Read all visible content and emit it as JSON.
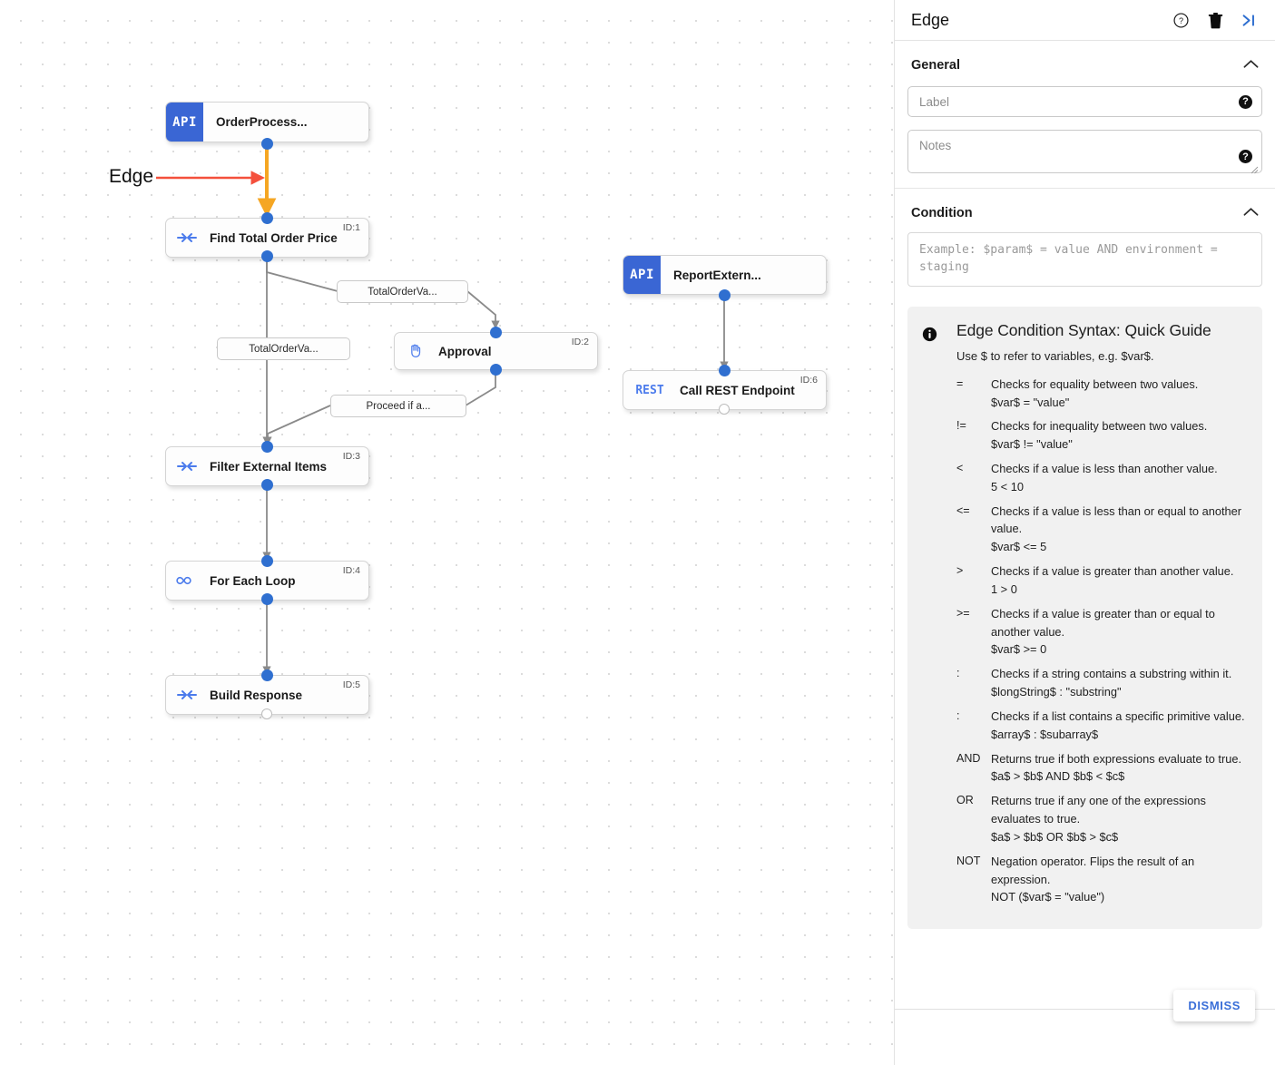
{
  "canvas": {
    "annotation": {
      "label": "Edge",
      "arrow_color": "#f4503c"
    },
    "highlighted_edge_color": "#f5a623",
    "nodes": [
      {
        "key": "orderprocess",
        "type": "api",
        "badge": "API",
        "label": "OrderProcess...",
        "id": "",
        "icon": "api-badge-icon"
      },
      {
        "key": "find_total",
        "type": "icon",
        "icon": "merge-arrows-icon",
        "label": "Find Total Order Price",
        "id": "ID:1"
      },
      {
        "key": "approval",
        "type": "icon",
        "icon": "hand-icon",
        "label": "Approval",
        "id": "ID:2"
      },
      {
        "key": "filter",
        "type": "icon",
        "icon": "merge-arrows-icon",
        "label": "Filter External Items",
        "id": "ID:3"
      },
      {
        "key": "foreach",
        "type": "icon",
        "icon": "infinity-icon",
        "label": "For Each Loop",
        "id": "ID:4"
      },
      {
        "key": "build",
        "type": "icon",
        "icon": "merge-arrows-icon",
        "label": "Build Response",
        "id": "ID:5"
      },
      {
        "key": "reportextern",
        "type": "api",
        "badge": "API",
        "label": "ReportExtern...",
        "id": "",
        "icon": "api-badge-icon"
      },
      {
        "key": "callrest",
        "type": "rest",
        "badge": "REST",
        "label": "Call REST Endpoint",
        "id": "ID:6"
      }
    ],
    "edge_labels": [
      {
        "key": "e1",
        "text": "TotalOrderVa..."
      },
      {
        "key": "e2",
        "text": "TotalOrderVa..."
      },
      {
        "key": "e3",
        "text": "Proceed if a..."
      }
    ]
  },
  "panel": {
    "title": "Edge",
    "header_icons": [
      {
        "name": "help-icon",
        "glyph": "?"
      },
      {
        "name": "delete-icon",
        "glyph": "trash"
      },
      {
        "name": "collapse-panel-icon",
        "glyph": ">|"
      }
    ],
    "general": {
      "section_title": "General",
      "label_field": {
        "placeholder": "Label",
        "value": ""
      },
      "notes_field": {
        "placeholder": "Notes",
        "value": ""
      }
    },
    "condition": {
      "section_title": "Condition",
      "placeholder": "Example: $param$ = value AND environment = staging",
      "value": ""
    },
    "guide": {
      "title": "Edge Condition Syntax: Quick Guide",
      "subtitle": "Use $ to refer to variables, e.g. $var$.",
      "rows": [
        {
          "op": "=",
          "desc": "Checks for equality between two values.",
          "example": "$var$ = \"value\""
        },
        {
          "op": "!=",
          "desc": "Checks for inequality between two values.",
          "example": "$var$ != \"value\""
        },
        {
          "op": "<",
          "desc": "Checks if a value is less than another value.",
          "example": "5 < 10"
        },
        {
          "op": "<=",
          "desc": "Checks if a value is less than or equal to another value.",
          "example": "$var$ <= 5"
        },
        {
          "op": ">",
          "desc": "Checks if a value is greater than another value.",
          "example": "1 > 0"
        },
        {
          "op": ">=",
          "desc": "Checks if a value is greater than or equal to another value.",
          "example": "$var$ >= 0"
        },
        {
          "op": ":",
          "desc": "Checks if a string contains a substring within it.",
          "example": "$longString$ : \"substring\""
        },
        {
          "op": ":",
          "desc": "Checks if a list contains a specific primitive value.",
          "example": "$array$ : $subarray$"
        },
        {
          "op": "AND",
          "desc": "Returns true if both expressions evaluate to true.",
          "example": "$a$ > $b$ AND $b$ < $c$"
        },
        {
          "op": "OR",
          "desc": "Returns true if any one of the expressions evaluates to true.",
          "example": "$a$ > $b$ OR $b$ > $c$"
        },
        {
          "op": "NOT",
          "desc": "Negation operator. Flips the result of an expression.",
          "example": "NOT ($var$ = \"value\")"
        }
      ]
    },
    "footer": {
      "dismiss_label": "DISMISS"
    }
  },
  "colors": {
    "accent_blue": "#3a66d4",
    "port_blue": "#2f6fd0",
    "edge_gray": "#8a8a8a",
    "highlight_orange": "#f5a623",
    "annotation_red": "#f4503c"
  }
}
